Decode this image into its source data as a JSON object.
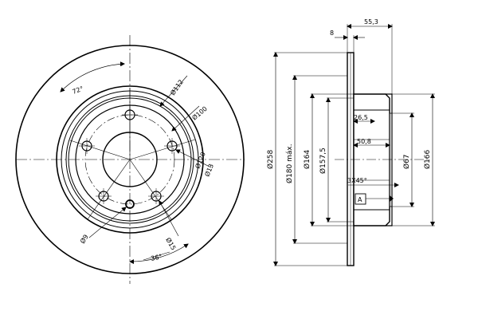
{
  "front_view": {
    "angle_pcd": "72°",
    "dia_112": "Ø112",
    "dia_100": "Ø100",
    "dia_120": "Ø120",
    "dia_13": "Ø13",
    "dia_9": "Ø9",
    "dia_15": "Ø15",
    "angle_36": "36°"
  },
  "side_view": {
    "width_total": "55,3",
    "thickness": "8",
    "dia_258": "Ø258",
    "dia_180_max": "Ø180 máx.",
    "dia_164": "Ø164",
    "dia_157_5": "Ø157,5",
    "depth_26_5": "26,5",
    "depth_50_8": "50,8",
    "chamfer": "3X45°",
    "datum": "A",
    "dia_67": "Ø67",
    "dia_166": "Ø166"
  },
  "colors": {
    "line": "#000000",
    "hub_fill": "#c8c8c8",
    "background": "#ffffff"
  }
}
